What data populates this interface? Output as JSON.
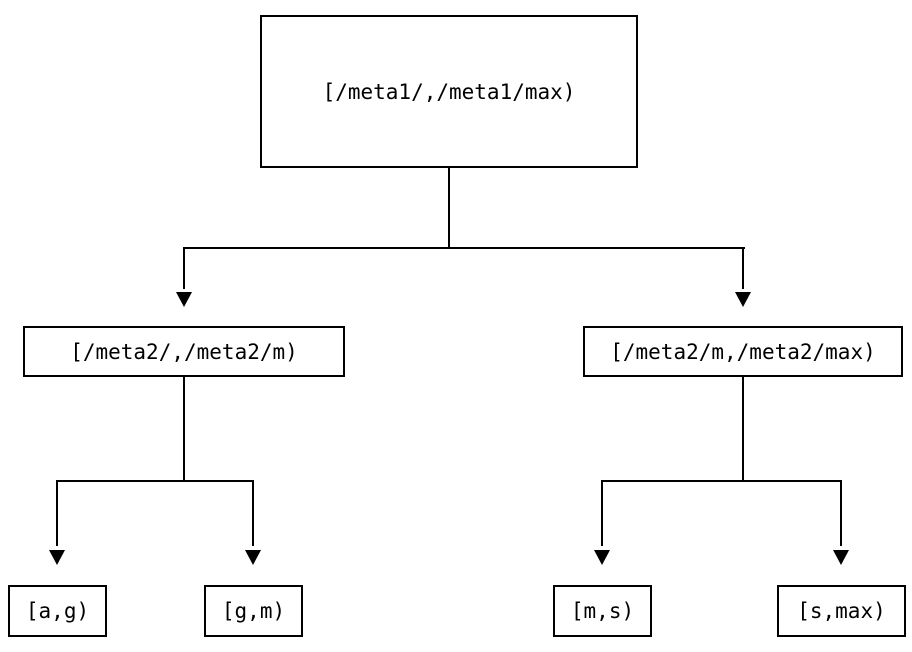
{
  "tree": {
    "root": {
      "label": "[/meta1/,/meta1/max)"
    },
    "children": [
      {
        "label": "[/meta2/,/meta2/m)",
        "children": [
          {
            "label": "[a,g)"
          },
          {
            "label": "[g,m)"
          }
        ]
      },
      {
        "label": "[/meta2/m,/meta2/max)",
        "children": [
          {
            "label": "[m,s)"
          },
          {
            "label": "[s,max)"
          }
        ]
      }
    ],
    "colors": {
      "line": "#000000",
      "text": "#000000",
      "node_border": "#000000",
      "node_fill": "#ffffff",
      "background": "#ffffff"
    }
  }
}
